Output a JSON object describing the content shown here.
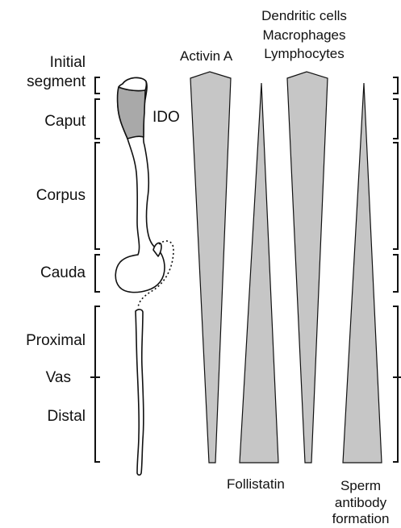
{
  "region_labels": {
    "initial_segment_line1": "Initial",
    "initial_segment_line2": "segment",
    "caput": "Caput",
    "corpus": "Corpus",
    "cauda": "Cauda",
    "proximal": "Proximal",
    "vas": "Vas",
    "distal": "Distal"
  },
  "organ_label": "IDO",
  "gradients": {
    "activin": "Activin A",
    "immune_line1": "Dendritic cells",
    "immune_line2": "Macrophages",
    "immune_line3": "Lymphocytes",
    "follistatin": "Follistatin",
    "sperm_line1": "Sperm",
    "sperm_line2": "antibody",
    "sperm_line3": "formation"
  },
  "colors": {
    "wedge_fill": "#c6c6c6",
    "ido_fill": "#a9a9a9",
    "stroke": "#111111"
  }
}
